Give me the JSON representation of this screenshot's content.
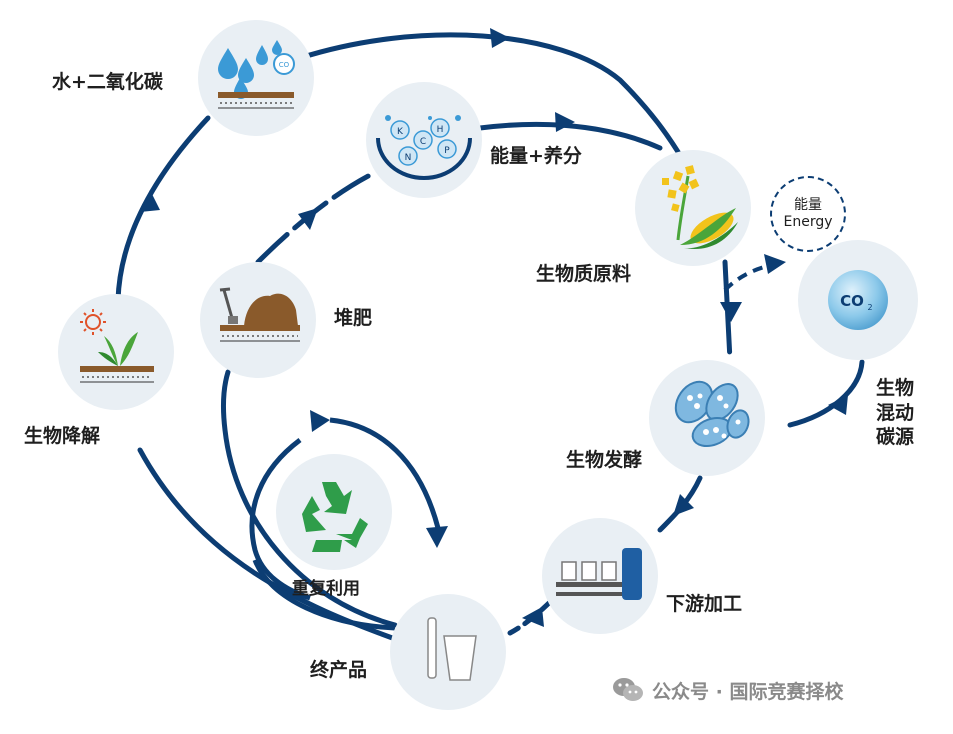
{
  "nodes": {
    "water_co2": "水+二氧化碳",
    "energy_nutrients": "能量+养分",
    "biomass": "生物质原料",
    "compost": "堆肥",
    "biodegradation": "生物降解",
    "co2_source": "生物\n混动\n碳源",
    "fermentation": "生物发酵",
    "reuse": "重复利用",
    "downstream": "下游加工",
    "end_product": "终产品"
  },
  "energy_badge": {
    "line1": "能量",
    "line2": "Energy"
  },
  "icon_text": {
    "co": "CO",
    "co2": "CO",
    "co2_sub": "2",
    "nutrients": [
      "K",
      "C",
      "H",
      "N",
      "P"
    ]
  },
  "watermark": "公众号 · 国际竞赛择校",
  "colors": {
    "arrow": "#0c3d73",
    "circle_bg": "#e9eff4",
    "soil": "#8a5a2b",
    "plant_green": "#4aa53a",
    "recycle_green": "#2f9d4a",
    "water_blue": "#3b9ad6"
  }
}
